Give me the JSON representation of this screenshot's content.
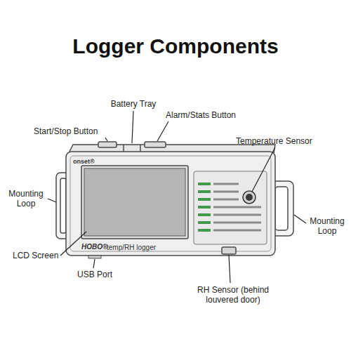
{
  "diagram": {
    "title": "Logger Components",
    "labels": [
      "Battery Tray",
      "Start/Stop Button",
      "Alarm/Stats Button",
      "Temperature Sensor",
      "Mounting Loop",
      "onset®",
      "LCD Screen",
      "HOBO®",
      "temp/RH logger",
      "USB Port",
      "Mounting Loop",
      "RH Sensor (behind louvered door)"
    ]
  }
}
